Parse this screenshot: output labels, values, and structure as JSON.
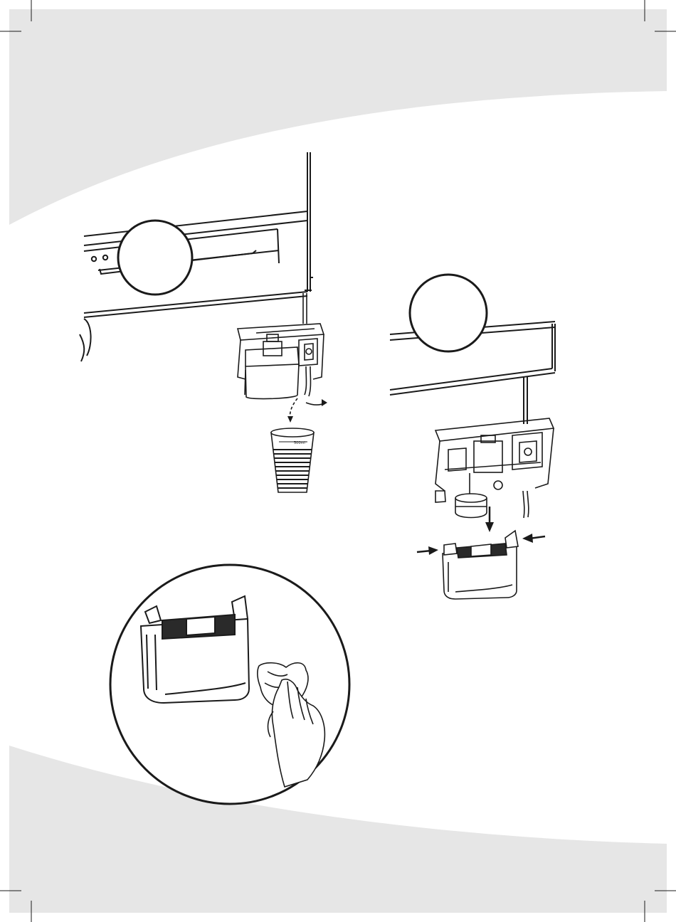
{
  "page": {
    "background_color": "#ffffff",
    "band_color": "#e6e6e6",
    "line_color": "#1a1a1a"
  },
  "cup": {
    "measure_label": "500ml"
  },
  "icons": [
    "crop-mark-icon",
    "dishwasher-panel-illustration",
    "callout-circle-icon",
    "water-tank-assembly-illustration",
    "drain-arrow-icon",
    "measuring-cup-illustration",
    "tank-removal-illustration",
    "squeeze-arrow-icon",
    "tank-cleaning-illustration",
    "cloth-hand-icon"
  ]
}
